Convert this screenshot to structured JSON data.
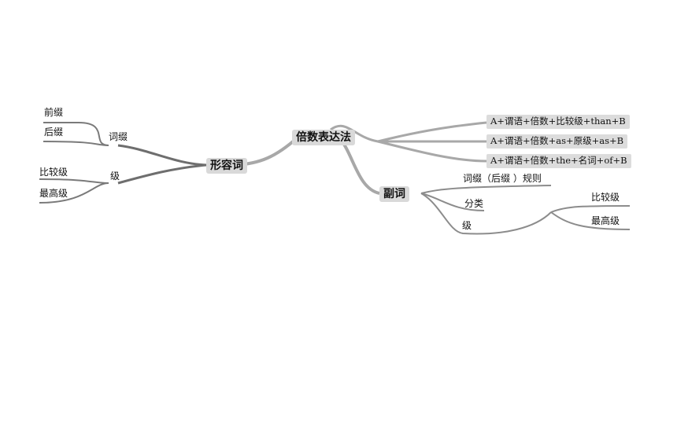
{
  "center": "倍数表达法",
  "adjective": {
    "label": "形容词",
    "degree_words": "词缀",
    "prefix": "前缀",
    "suffix": "后缀",
    "grade": "级",
    "comparative": "比较级",
    "superlative": "最高级"
  },
  "adverb": {
    "label": "副词",
    "rule": "词缀（后缀 ）规则",
    "category": "分类",
    "grade": "级",
    "comparative": "比较级",
    "superlative": "最高级"
  },
  "patterns": [
    "A+谓语+倍数+比较级+than+B",
    "A+谓语+倍数+as+原级+as+B",
    "A+谓语+倍数+the+名词+of+B"
  ],
  "colors": {
    "branch": "#a8a8a8",
    "branch_dark": "#6e6e6e",
    "box": "#dcdcdc"
  }
}
